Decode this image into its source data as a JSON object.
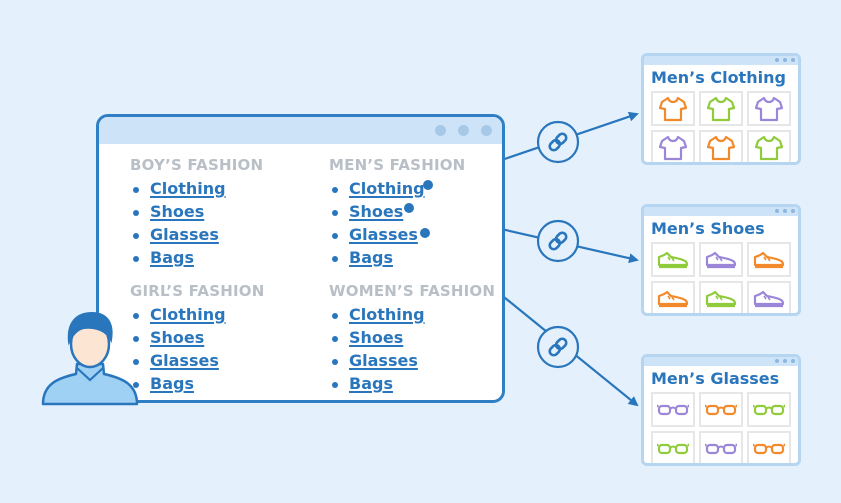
{
  "browser_window": {
    "categories": [
      {
        "title": "BOY’S FASHION",
        "links": [
          "Clothing",
          "Shoes",
          "Glasses",
          "Bags"
        ]
      },
      {
        "title": "MEN’S FASHION",
        "links": [
          "Clothing",
          "Shoes",
          "Glasses",
          "Bags"
        ]
      },
      {
        "title": "GIRL’S FASHION",
        "links": [
          "Clothing",
          "Shoes",
          "Glasses",
          "Bags"
        ]
      },
      {
        "title": "WOMEN’S FASHION",
        "links": [
          "Clothing",
          "Shoes",
          "Glasses",
          "Bags"
        ]
      }
    ]
  },
  "panels": [
    {
      "title": "Men’s Clothing",
      "item_icon": "tshirt-icon",
      "item_colors": [
        "#f2892b",
        "#8fcb3b",
        "#9b86d8",
        "#9b86d8",
        "#f2892b",
        "#8fcb3b"
      ]
    },
    {
      "title": "Men’s Shoes",
      "item_icon": "sneaker-icon",
      "item_colors": [
        "#8fcb3b",
        "#9b86d8",
        "#f2892b",
        "#f2892b",
        "#8fcb3b",
        "#9b86d8"
      ]
    },
    {
      "title": "Men’s Glasses",
      "item_icon": "glasses-icon",
      "item_colors": [
        "#9b86d8",
        "#f2892b",
        "#8fcb3b",
        "#8fcb3b",
        "#9b86d8",
        "#f2892b"
      ]
    }
  ],
  "colors": {
    "background": "#e4f1fc",
    "accent": "#2a76bd",
    "window_border": "#2f7fc4",
    "window_bar": "#cde4f8",
    "category_title": "#b9bfc6",
    "link_badge_fill": "#e4f1fc"
  },
  "connectors": [
    {
      "from": "MEN’S FASHION / Clothing",
      "to": "Men’s Clothing",
      "icon": "link-icon"
    },
    {
      "from": "MEN’S FASHION / Shoes",
      "to": "Men’s Shoes",
      "icon": "link-icon"
    },
    {
      "from": "MEN’S FASHION / Glasses",
      "to": "Men’s Glasses",
      "icon": "link-icon"
    }
  ]
}
